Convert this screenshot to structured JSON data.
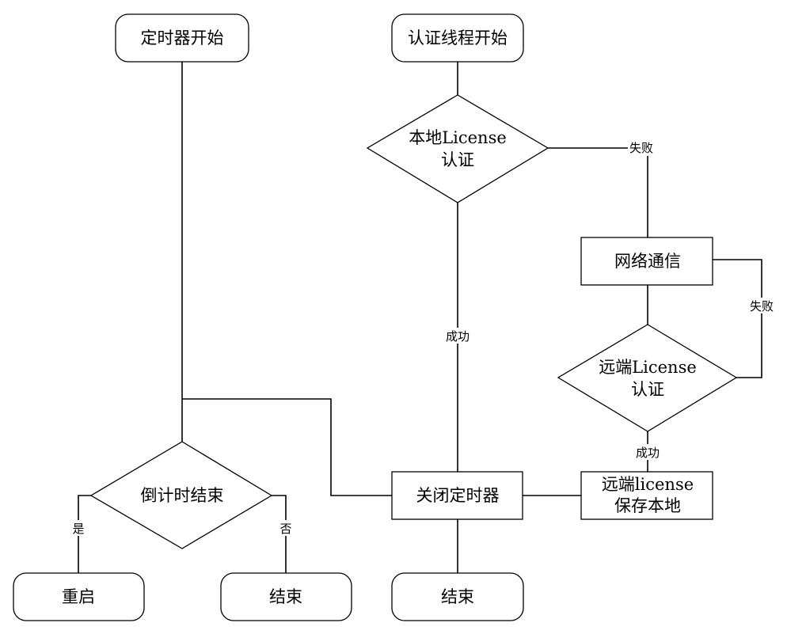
{
  "nodes": {
    "timer_start": "定时器开始",
    "auth_thread_start": "认证线程开始",
    "local_license_line1": "本地License",
    "local_license_line2": "认证",
    "network": "网络通信",
    "remote_license_line1": "远端License",
    "remote_license_line2": "认证",
    "countdown_end": "倒计时结束",
    "close_timer": "关闭定时器",
    "save_remote_line1": "远端license",
    "save_remote_line2": "保存本地",
    "restart": "重启",
    "end_left": "结束",
    "end_center": "结束"
  },
  "edges": {
    "local_fail": "失败",
    "local_success": "成功",
    "remote_fail": "失败",
    "remote_success": "成功",
    "yes": "是",
    "no": "否"
  }
}
